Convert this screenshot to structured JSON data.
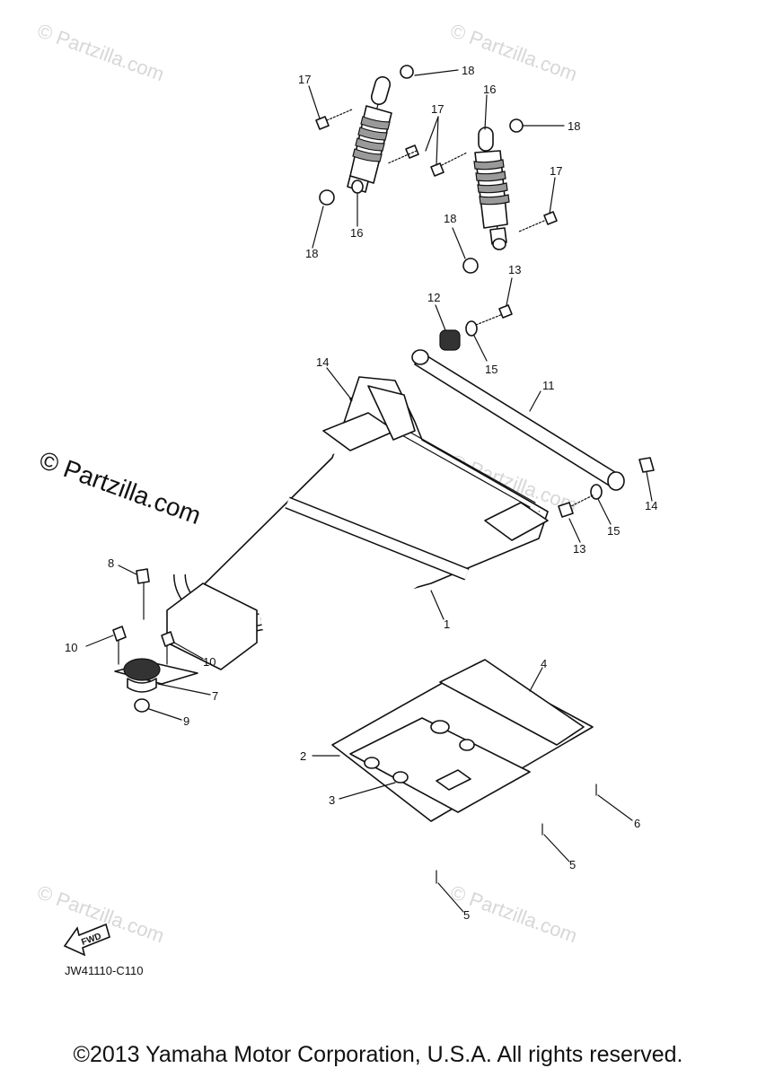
{
  "watermarks": [
    "© Partzilla.com",
    "© Partzilla.com",
    "© Partzilla.com",
    "© Partzilla.com",
    "© Partzilla.com",
    "© Partzilla.com"
  ],
  "callouts": {
    "c18a": "18",
    "c17a": "17",
    "c17b": "17",
    "c16a": "16",
    "c18b": "18",
    "c18c": "18",
    "c16b": "16",
    "c18d": "18",
    "c17c": "17",
    "c13a": "13",
    "c12": "12",
    "c15a": "15",
    "c14a": "14",
    "c11": "11",
    "c14b": "14",
    "c15b": "15",
    "c13b": "13",
    "c8": "8",
    "c1": "1",
    "c10a": "10",
    "c10b": "10",
    "c7": "7",
    "c9": "9",
    "c4": "4",
    "c2": "2",
    "c3": "3",
    "c6": "6",
    "c5a": "5",
    "c5b": "5"
  },
  "fwd_label": "FWD",
  "drawing_code": "JW41110-C110",
  "copyright": "©2013 Yamaha Motor Corporation, U.S.A. All rights reserved."
}
